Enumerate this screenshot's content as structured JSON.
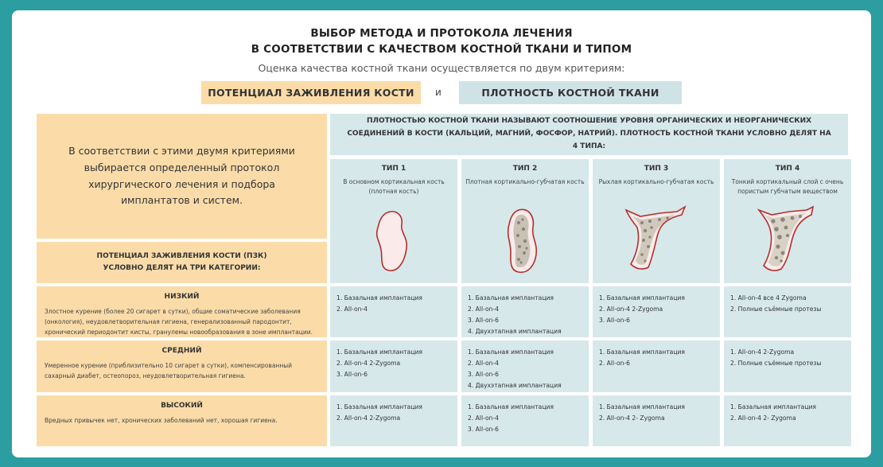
{
  "header": {
    "title_line1": "ВЫБОР МЕТОДА И ПРОТОКОЛА ЛЕЧЕНИЯ",
    "title_line2": "В СООТВЕТСТВИИ С КАЧЕСТВОМ КОСТНОЙ ТКАНИ И ТИПОМ",
    "subtitle": "Оценка качества костной ткани осуществляется по двум критериям:",
    "criterion_a": "ПОТЕНЦИАЛ ЗАЖИВЛЕНИЯ КОСТИ",
    "conjunction": "и",
    "criterion_b": "ПЛОТНОСТЬ КОСТНОЙ ТКАНИ"
  },
  "intro": "В соответствии с этими двумя критериями выбирается определенный протокол хирургического лечения  и подбора имплантатов и систем.",
  "density_definition": "ПЛОТНОСТЬЮ КОСТНОЙ ТКАНИ НАЗЫВАЮТ СООТНОШЕНИЕ УРОВНЯ ОРГАНИЧЕСКИХ И  НЕОРГАНИЧЕСКИХ СОЕДИНЕНИЙ В КОСТИ (КАЛЬЦИЙ, МАГНИЙ, ФОСФОР, НАТРИЙ). ПЛОТНОСТЬ КОСТНОЙ ТКАНИ  УСЛОВНО ДЕЛЯТ НА 4 ТИПА:",
  "pzk_header": "ПОТЕНЦИАЛ ЗАЖИВЛЕНИЯ КОСТИ (ПЗК) УСЛОВНО ДЕЛЯТ НА ТРИ КАТЕГОРИИ:",
  "bone_types": [
    {
      "name": "ТИП 1",
      "description": "В основном кортикальная кость (плотная кость)",
      "icon": "dense-bone-icon"
    },
    {
      "name": "ТИП 2",
      "description": "Плотная кортикально-губчатая кость",
      "icon": "cortical-spongy-bone-icon"
    },
    {
      "name": "ТИП 3",
      "description": "Рыхлая кортикально-губчатая кость",
      "icon": "loose-bone-icon"
    },
    {
      "name": "ТИП 4",
      "description": "Тонкий кортикальный слой с очень пористым губчатым веществом",
      "icon": "porous-bone-icon"
    }
  ],
  "potential_rows": [
    {
      "name": "НИЗКИЙ",
      "description": "Злостное курение (более 20 сигарет в сутки), общие соматические заболевания (онкология), неудовлетворительная гигиена, генерализованный пародонтит, хронический периодонтит кисты, гранулемы новообразования в зоне имплантации.",
      "protocols": [
        [
          "1. Базальная имплантация",
          "2. All-on-4"
        ],
        [
          "1. Базальная имплантация",
          "2. All-on-4",
          "3. All-on-6",
          "4. Двухэтапная имплантация"
        ],
        [
          "1. Базальная имплантация",
          "2. All-on-4 2-Zygoma",
          "3. All-on-6"
        ],
        [
          "1. All-on-4 все 4 Zygoma",
          "2. Полные съёмные протезы"
        ]
      ]
    },
    {
      "name": "СРЕДНИЙ",
      "description": "Умеренное курение (приблизительно 10 сигарет в сутки), компенсированный сахарный диабет, остеопороз, неудовлетворительная гигиена.",
      "protocols": [
        [
          "1. Базальная имплантация",
          "2. All-on-4 2-Zygoma",
          "3. All-on-6"
        ],
        [
          "1. Базальная имплантация",
          "2. All-on-4",
          "3. All-on-6",
          "4. Двухэтапная имплантация"
        ],
        [
          "1. Базальная имплантация",
          "2. All-on-6"
        ],
        [
          "1. All-on-4 2-Zygoma",
          "2. Полные съёмные протезы"
        ]
      ]
    },
    {
      "name": "ВЫСОКИЙ",
      "description": "Вредных привычек нет, хронических заболеваний нет, хорошая гигиена.",
      "protocols": [
        [
          "1. Базальная имплантация",
          "2. All-on-4 2-Zygoma"
        ],
        [
          "1. Базальная имплантация",
          "2. All-on-4",
          "3. All-on-6"
        ],
        [
          "1. Базальная имплантация",
          "2. All-on-4 2- Zygoma"
        ],
        [
          "1. Базальная имплантация",
          "2. All-on-4 2- Zygoma"
        ]
      ]
    }
  ],
  "colors": {
    "frame": "#2c9ea1",
    "peach": "#fbdca9",
    "light_blue": "#d7e8eb",
    "bone_outline": "#b0302a",
    "bone_fill": "#fbeaea"
  }
}
